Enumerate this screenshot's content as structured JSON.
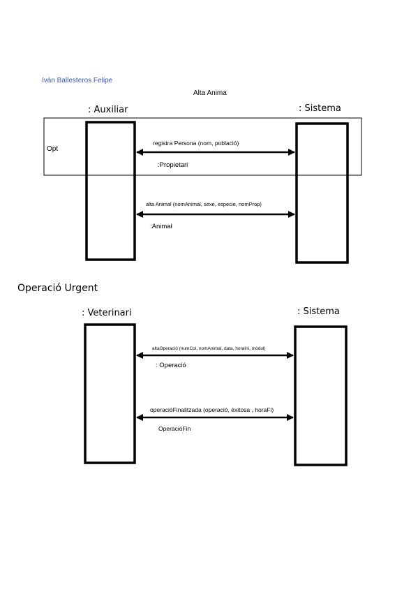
{
  "author": "Iván Ballesteros Felipe",
  "diagram1": {
    "title": "Alta Anima",
    "actor_left": ": Auxiliar",
    "actor_right": ": Sistema",
    "fragment_label": "Opt",
    "msg1": "registra Persona (nom, població)",
    "ret1": ":Propietari",
    "msg2": "alta Animal (nomAnimal, sexe, especie, nomProp)",
    "ret2": ":Animal"
  },
  "diagram2": {
    "title": "Operació Urgent",
    "actor_left": ": Veterinari",
    "actor_right": ": Sistema",
    "msg1": "altaOperació (numCol, nomAnimal, data, horaIni, mòdul)",
    "ret1": ": Operació",
    "msg2": "operacióFinalitzada (operació, èxitosa , horaFi)",
    "ret2": "OperacióFin"
  }
}
